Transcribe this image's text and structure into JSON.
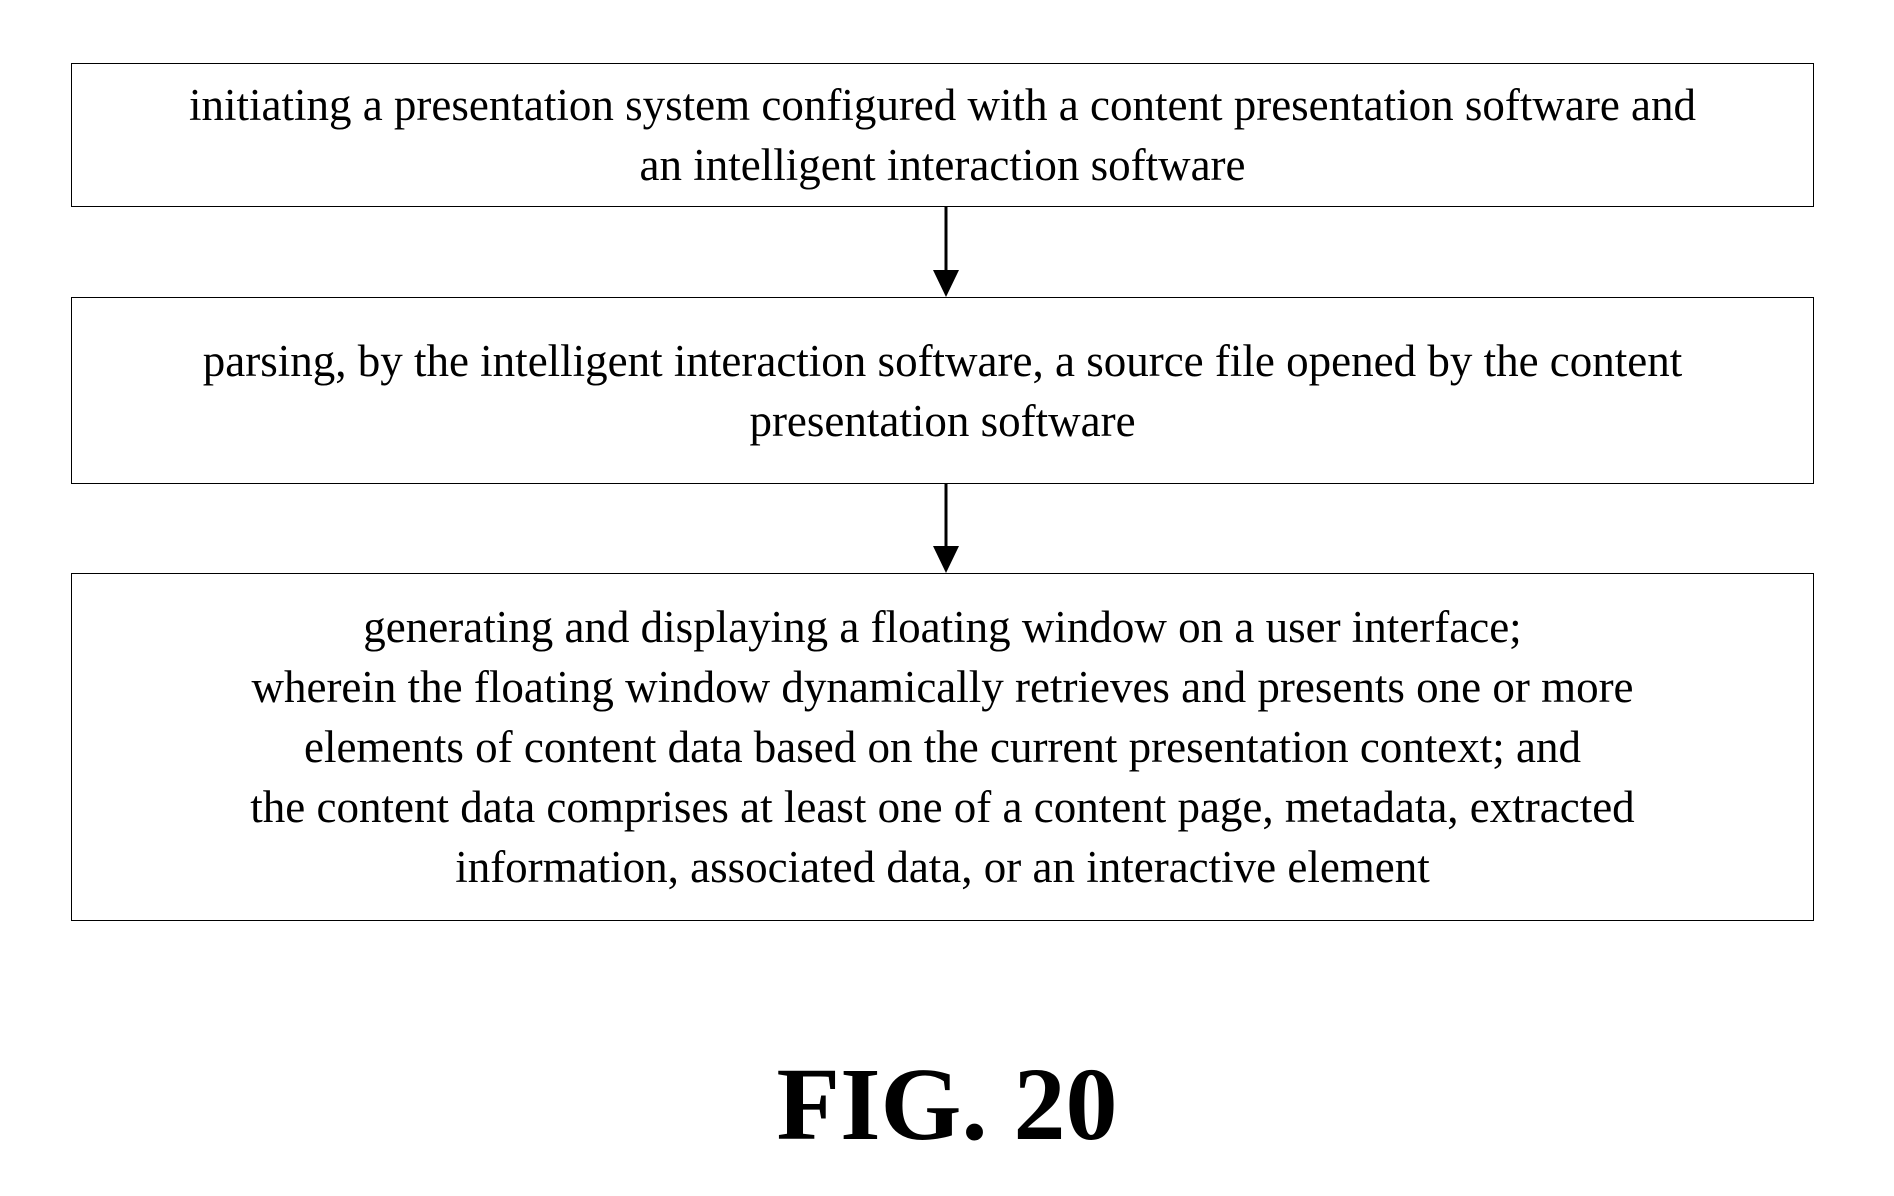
{
  "steps": [
    {
      "lines": [
        "initiating a presentation system configured with a content presentation software and",
        "an intelligent interaction software"
      ]
    },
    {
      "lines": [
        "parsing, by the intelligent interaction software, a source file opened by the content",
        "presentation software"
      ]
    },
    {
      "lines": [
        "generating and displaying a floating window on a user interface;",
        "wherein the floating window dynamically retrieves and presents one or more",
        "elements of content data based on the current presentation context; and",
        "the content data comprises at least one of a content page, metadata, extracted",
        "information, associated data, or an interactive element"
      ]
    }
  ],
  "figure_label": "FIG. 20"
}
